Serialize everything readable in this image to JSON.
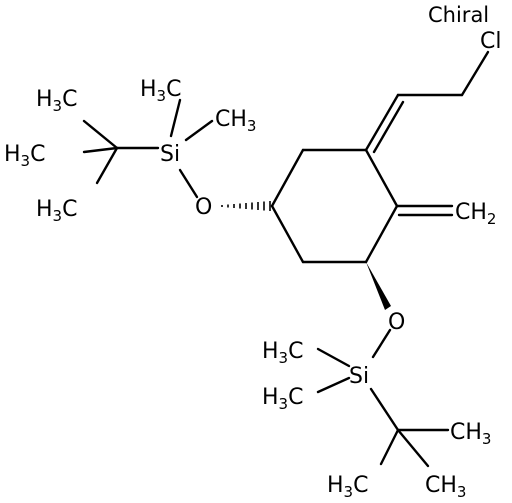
{
  "stereo_label": "Chiral",
  "atoms": {
    "cl": "Cl",
    "o_top": "O",
    "o_bottom": "O",
    "si_top": "Si",
    "si_bottom": "Si",
    "ch2": "CH",
    "ch2_sub": "2",
    "ch3_label": "H",
    "ch3_c": "C",
    "ch3_sub": "3"
  }
}
